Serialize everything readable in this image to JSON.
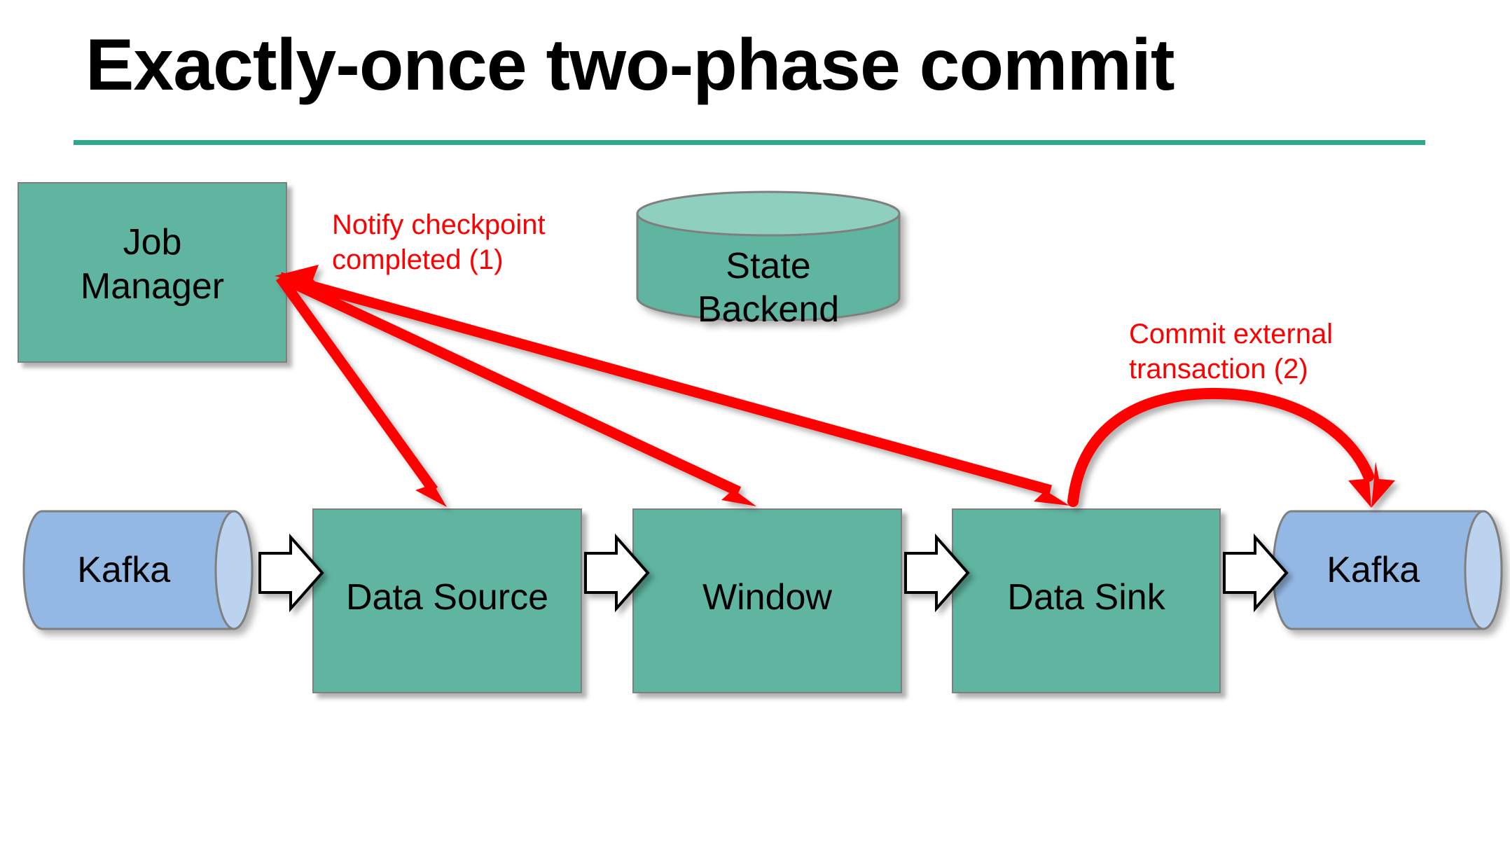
{
  "slide": {
    "title": "Exactly-once two-phase commit",
    "rule_color": "#2CA88C",
    "background": "#FFFFFF"
  },
  "palette": {
    "node_fill": "#5FB5A0",
    "node_fill_light": "#8FCFBD",
    "kafka_fill": "#94B8E4",
    "kafka_fill_light": "#BBD3EF",
    "node_border": "#7F7F7F",
    "annotation": "#FF0000",
    "arrow_flow": "#FFFFFF",
    "arrow_flow_outline": "#000000"
  },
  "nodes": {
    "job_manager": {
      "label": "Job\nManager",
      "line1": "Job",
      "line2": "Manager",
      "shape": "rect"
    },
    "state_backend": {
      "label": "State\nBackend",
      "line1": "State",
      "line2": "Backend",
      "shape": "cylinder-vertical"
    },
    "kafka_source": {
      "label": "Kafka",
      "shape": "cylinder-horizontal"
    },
    "data_source": {
      "label": "Data Source",
      "shape": "rect"
    },
    "window": {
      "label": "Window",
      "shape": "rect"
    },
    "data_sink": {
      "label": "Data Sink",
      "shape": "rect"
    },
    "kafka_sink": {
      "label": "Kafka",
      "shape": "cylinder-horizontal"
    }
  },
  "annotations": {
    "notify": {
      "line1": "Notify checkpoint",
      "line2": "completed (1)",
      "color": "#FF0000"
    },
    "commit": {
      "line1": "Commit external",
      "line2": "transaction (2)",
      "color": "#FF0000"
    }
  },
  "flow_arrows": [
    {
      "from": "kafka_source",
      "to": "data_source"
    },
    {
      "from": "data_source",
      "to": "window"
    },
    {
      "from": "window",
      "to": "data_sink"
    },
    {
      "from": "data_sink",
      "to": "kafka_sink"
    }
  ],
  "notify_arrows": [
    {
      "from": "job_manager",
      "to": "data_source"
    },
    {
      "from": "job_manager",
      "to": "window"
    },
    {
      "from": "job_manager",
      "to": "data_sink"
    }
  ],
  "commit_arrow": {
    "from": "data_sink",
    "to": "kafka_sink",
    "style": "curved"
  }
}
